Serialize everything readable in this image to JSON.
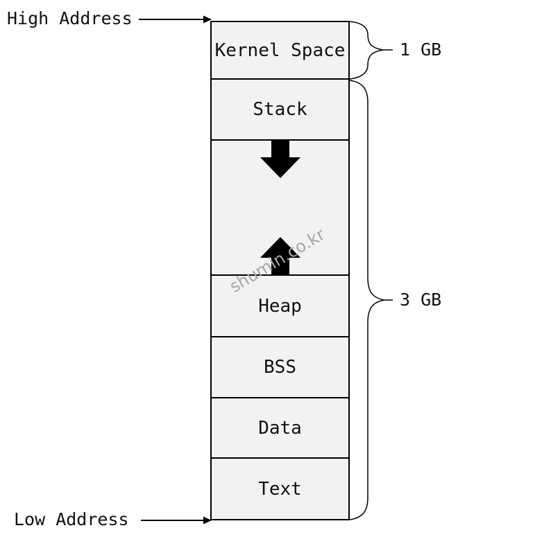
{
  "labels": {
    "high_address": "High Address",
    "low_address": "Low Address"
  },
  "sections": [
    {
      "id": "kernel-space",
      "label": "Kernel Space"
    },
    {
      "id": "stack",
      "label": "Stack"
    },
    {
      "id": "free-space",
      "label": ""
    },
    {
      "id": "heap",
      "label": "Heap"
    },
    {
      "id": "bss",
      "label": "BSS"
    },
    {
      "id": "data",
      "label": "Data"
    },
    {
      "id": "text",
      "label": "Text"
    }
  ],
  "annotations": {
    "kernel_size": "1 GB",
    "user_size": "3 GB"
  },
  "icons": {
    "stack_growth": "down-arrow-icon",
    "heap_growth": "up-arrow-icon"
  },
  "watermark": "shumin.co.kr",
  "colors": {
    "background": "#ffffff",
    "section_fill": "#f2f2f2",
    "border": "#000000",
    "text": "#111111",
    "watermark": "#a6a6a6"
  }
}
